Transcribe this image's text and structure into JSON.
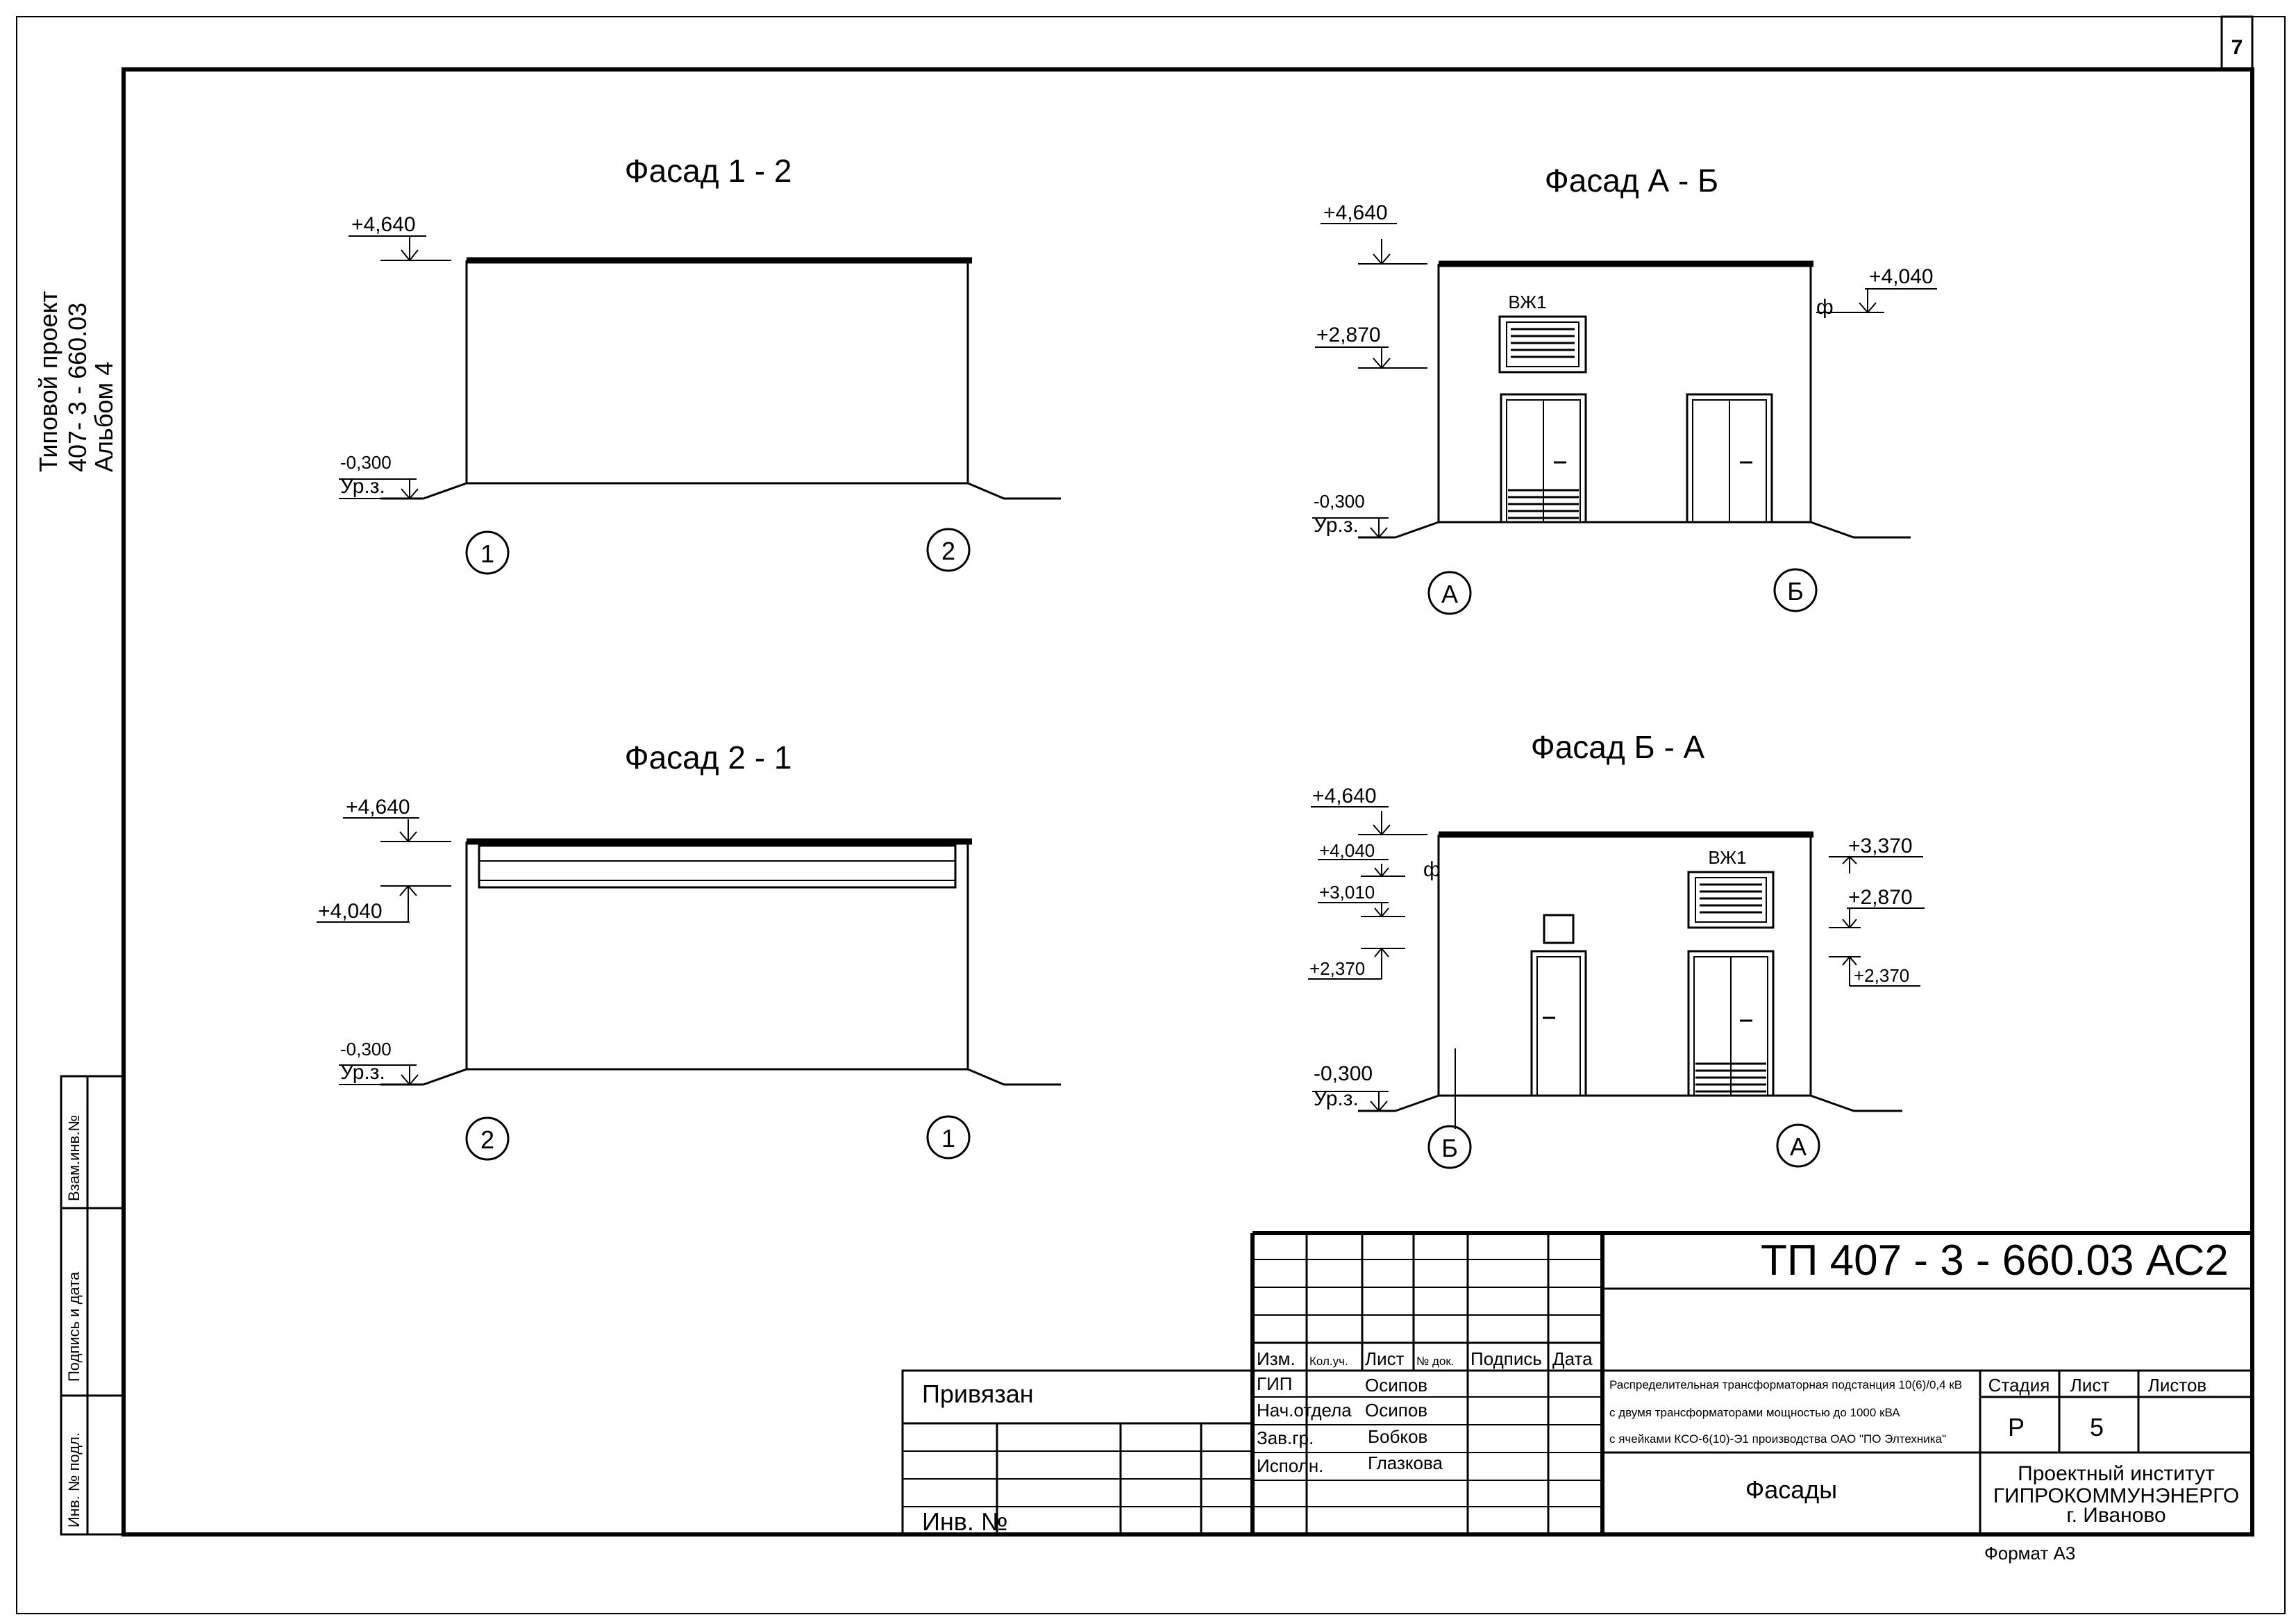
{
  "sheet": {
    "number": "7",
    "format": "Формат А3"
  },
  "side_stamp": {
    "line1": "Типовой проект",
    "line2": "407- 3 - 660.03",
    "line3": "Альбом 4"
  },
  "left_strip": {
    "c1": "Взам.инв.№",
    "c2": "Подпись и дата",
    "c3": "Инв. № подл."
  },
  "facades": {
    "f12": {
      "title": "Фасад 1 - 2",
      "top": "+4,640",
      "ground": "-0,300",
      "grade": "Ур.з.",
      "axis_left": "1",
      "axis_right": "2"
    },
    "f21": {
      "title": "Фасад 2 - 1",
      "top": "+4,640",
      "mid": "+4,040",
      "ground": "-0,300",
      "grade": "Ур.з.",
      "axis_left": "2",
      "axis_right": "1"
    },
    "fab": {
      "title": "Фасад А - Б",
      "top": "+4,640",
      "mid": "+2,870",
      "right": "+4,040",
      "ground": "-0,300",
      "grade": "Ур.з.",
      "vent": "ВЖ1",
      "axis_left": "А",
      "axis_right": "Б"
    },
    "fba": {
      "title": "Фасад Б - А",
      "l1": "+4,640",
      "l2": "+4,040",
      "l3": "+3,010",
      "l4": "+2,370",
      "r1": "+3,370",
      "r2": "+2,870",
      "r3": "+2,370",
      "ground": "-0,300",
      "grade": "Ур.з.",
      "vent": "ВЖ1",
      "axis_left": "Б",
      "axis_right": "А"
    }
  },
  "title_block": {
    "code": "ТП   407 - 3 - 660.03      АС2",
    "privyazan": "Привязан",
    "inv_no": "Инв. №",
    "cols": {
      "izm": "Изм.",
      "kol": "Кол.уч.",
      "list": "Лист",
      "doc": "№ док.",
      "sign": "Подпись",
      "date": "Дата"
    },
    "roles": [
      {
        "role": "ГИП",
        "name": "Осипов"
      },
      {
        "role": "Нач.отдела",
        "name": "Осипов"
      },
      {
        "role": "Зав.гр.",
        "name": "Бобков"
      },
      {
        "role": "Исполн.",
        "name": "Глазкова"
      }
    ],
    "desc1": "Распределительная трансформаторная подстанция 10(6)/0,4 кВ",
    "desc2": "с двумя трансформаторами мощностью до 1000 кВА",
    "desc3": "с ячейками  КСО-6(10)-Э1 производства ОАО \"ПО Элтехника\"",
    "sheet_name": "Фасады",
    "stage_h": "Стадия",
    "list_h": "Лист",
    "lists_h": "Листов",
    "stage": "Р",
    "list": "5",
    "org1": "Проектный институт",
    "org2": "ГИПРОКОММУНЭНЕРГО",
    "org3": "г. Иваново"
  }
}
